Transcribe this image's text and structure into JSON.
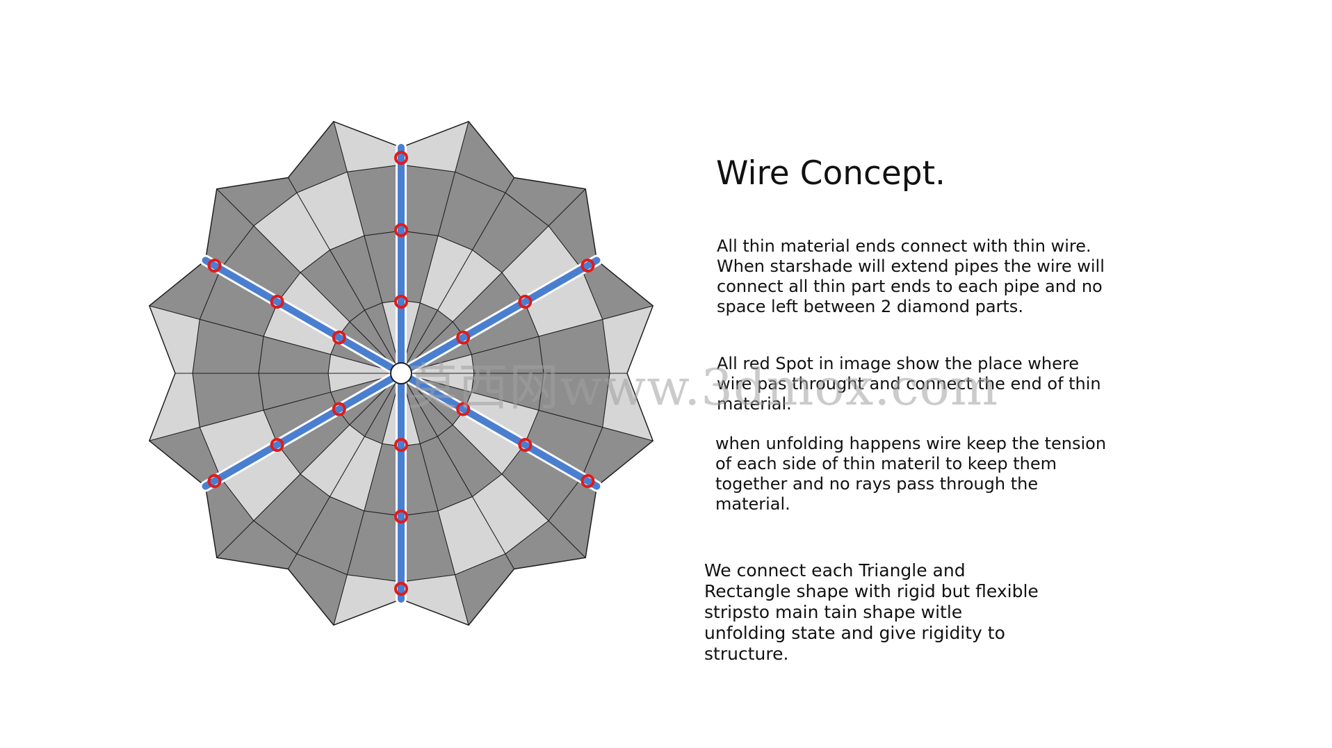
{
  "title": "Wire Concept.",
  "paragraphs": [
    {
      "lines": [
        "All thin material ends connect with thin wire.",
        "When starshade will extend pipes the wire will",
        "connect all thin part ends to each pipe and no",
        "space left between 2 diamond parts."
      ]
    },
    {
      "lines": [
        "All red Spot in image show the place where",
        "wire pas throught and connect the end of thin",
        "material."
      ]
    },
    {
      "lines": [
        "when unfolding happens wire keep the tension",
        "of each side of thin materil to keep them",
        "together and no rays pass through the",
        "material."
      ]
    },
    {
      "lines": [
        "We connect each Triangle and",
        "Rectangle shape with rigid but flexible",
        "stripsto main tain shape witle",
        "unfolding state and give rigidity to",
        "structure."
      ]
    }
  ],
  "watermark": "莫西网www.3dmox.com",
  "colors": {
    "dark_panel": "#8e8e8e",
    "light_panel": "#d6d6d6",
    "wire": "#4a7fd0",
    "wire_edge": "#ffffff",
    "spot": "#e01b1b",
    "hub": "#ffffff",
    "outline": "#1e1e1e"
  },
  "icons": [
    "red-spot-icon",
    "hub-circle-icon"
  ]
}
